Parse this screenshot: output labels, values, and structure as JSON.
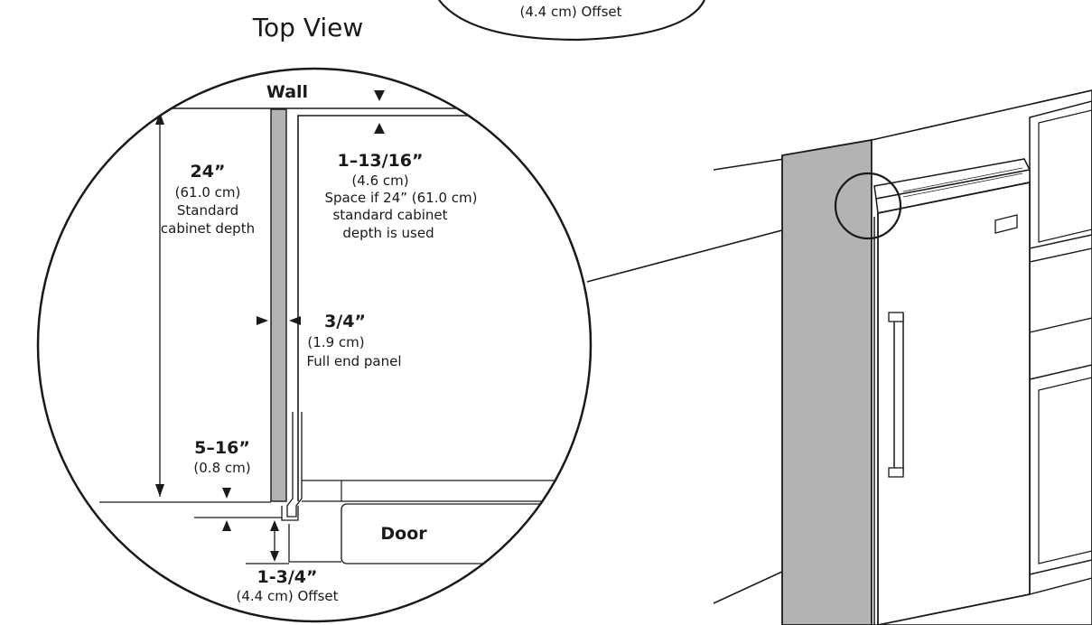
{
  "top_view_title": "Top View",
  "top_detail": {
    "offset_cm": "(4.4 cm) Offset"
  },
  "labels": {
    "wall": "Wall",
    "door": "Door"
  },
  "dim_depth": {
    "value": "24”",
    "metric": "(61.0 cm)",
    "line1": "Standard",
    "line2": "cabinet depth"
  },
  "dim_space": {
    "value": "1–13/16”",
    "metric": "(4.6 cm)",
    "line1": "Space if 24” (61.0 cm)",
    "line2": "standard cabinet",
    "line3": "depth is used"
  },
  "dim_panel": {
    "value": "3/4”",
    "metric": "(1.9 cm)",
    "line1": "Full end panel"
  },
  "dim_gap": {
    "value": "5–16”",
    "metric": "(0.8 cm)"
  },
  "dim_offset": {
    "value": "1-3/4”",
    "metric": "(4.4 cm) Offset"
  },
  "colors": {
    "end_panel": "#b3b3b3",
    "line": "#1a1a1a"
  }
}
